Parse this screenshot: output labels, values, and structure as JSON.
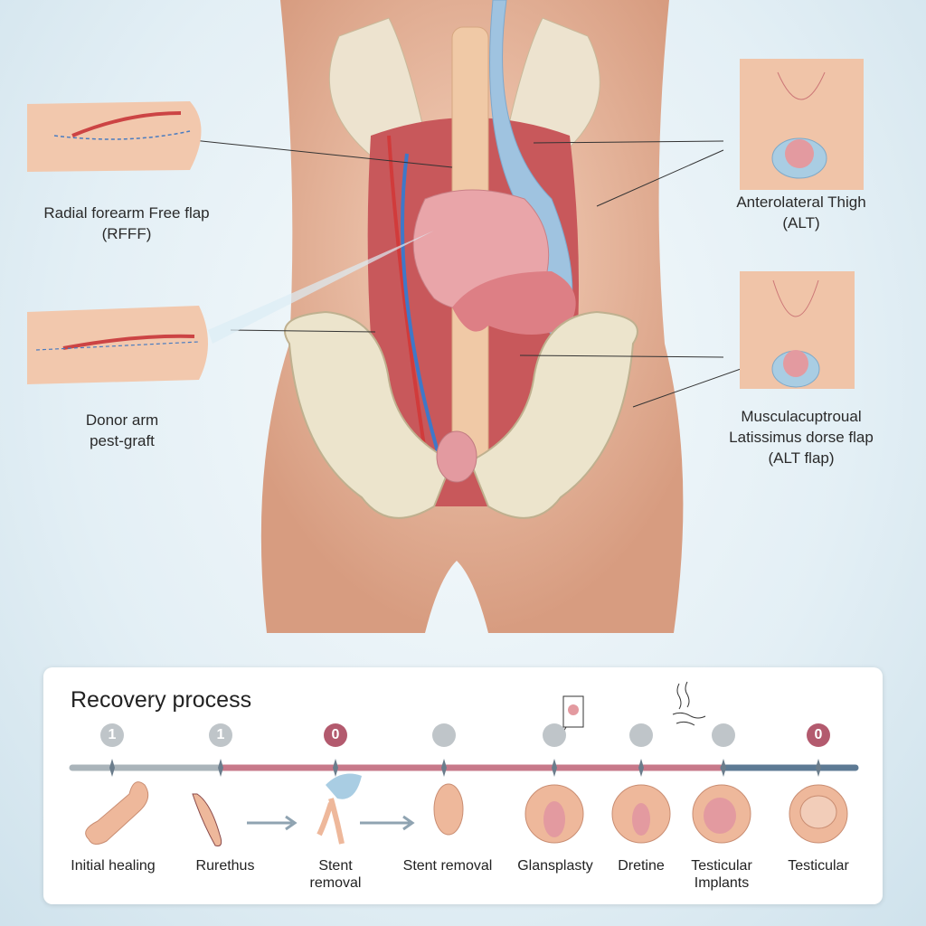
{
  "left_labels": [
    {
      "line1": "Radial forearm Free flap",
      "line2": "(RFFF)"
    },
    {
      "line1": "Donor arm",
      "line2": "pest-graft"
    }
  ],
  "right_labels": [
    {
      "line1": "Anterolateral Thigh",
      "line2": "(ALT)"
    },
    {
      "line1": "Musculacuptroual",
      "line2": "Latissimus dorse flap",
      "line3": "(ALT flap)"
    }
  ],
  "recovery": {
    "title": "Recovery process",
    "steps": [
      {
        "badge": "1",
        "label": "Initial healing",
        "color": "gray"
      },
      {
        "badge": "1",
        "label": "Rurethus",
        "color": "gray"
      },
      {
        "badge": "0",
        "label": "Stent\nremoval",
        "label1": "Stent",
        "label2": "removal",
        "color": "red"
      },
      {
        "badge": "",
        "label": "Stent removal",
        "color": "gray"
      },
      {
        "badge": "",
        "label": "Glansplasty",
        "color": "gray"
      },
      {
        "badge": "",
        "label": "Dretine",
        "color": "gray"
      },
      {
        "badge": "",
        "label1": "Testicular",
        "label2": "Implants",
        "color": "gray"
      },
      {
        "badge": "0",
        "label": "Testicular",
        "color": "red"
      }
    ]
  },
  "colors": {
    "accent_red": "#b35a6e",
    "timeline_gray": "#aab4ba",
    "timeline_blue": "#5d7a94",
    "skin": "#f0c4a8"
  }
}
